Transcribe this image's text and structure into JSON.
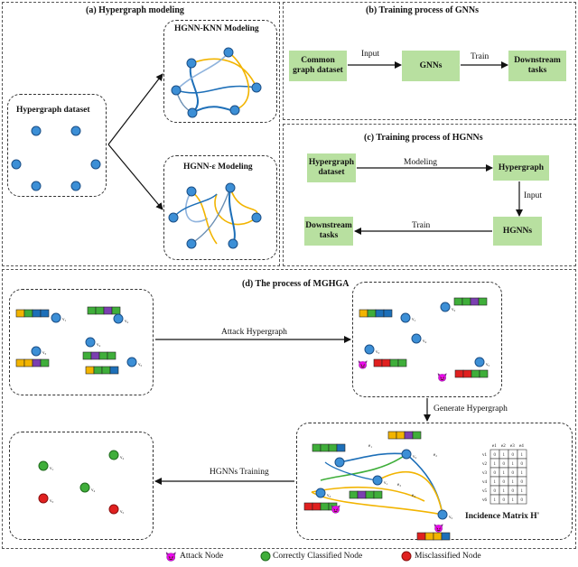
{
  "panel_a": {
    "title": "(a) Hypergraph modeling",
    "dataset_label": "Hypergraph dataset",
    "knn_label": "HGNN-KNN Modeling",
    "eps_label": "HGNN-ε Modeling"
  },
  "panel_b": {
    "title": "(b) Training process of GNNs",
    "box1": "Common graph dataset",
    "box2": "GNNs",
    "box3": "Downstream tasks",
    "arrow1": "Input",
    "arrow2": "Train"
  },
  "panel_c": {
    "title": "(c) Training process of HGNNs",
    "box_dataset": "Hypergraph dataset",
    "box_hypergraph": "Hypergraph",
    "box_hgnns": "HGNNs",
    "box_tasks": "Downstream tasks",
    "arrow_modeling": "Modeling",
    "arrow_input": "Input",
    "arrow_train": "Train"
  },
  "panel_d": {
    "title": "(d) The process of MGHGA",
    "attack_label": "Attack Hypergraph",
    "generate_label": "Generate Hypergraph",
    "train_label": "HGNNs Training",
    "incidence_label": "Incidence Matrix H'"
  },
  "legend": {
    "attack": "Attack Node",
    "correct": "Correctly Classified Node",
    "misclassified": "Misclassified Node"
  },
  "colors": {
    "node_blue": "#3c8fd6",
    "box_green": "#b8e0a0",
    "correct_green": "#3fae3a",
    "misclassified_red": "#e0201f"
  }
}
